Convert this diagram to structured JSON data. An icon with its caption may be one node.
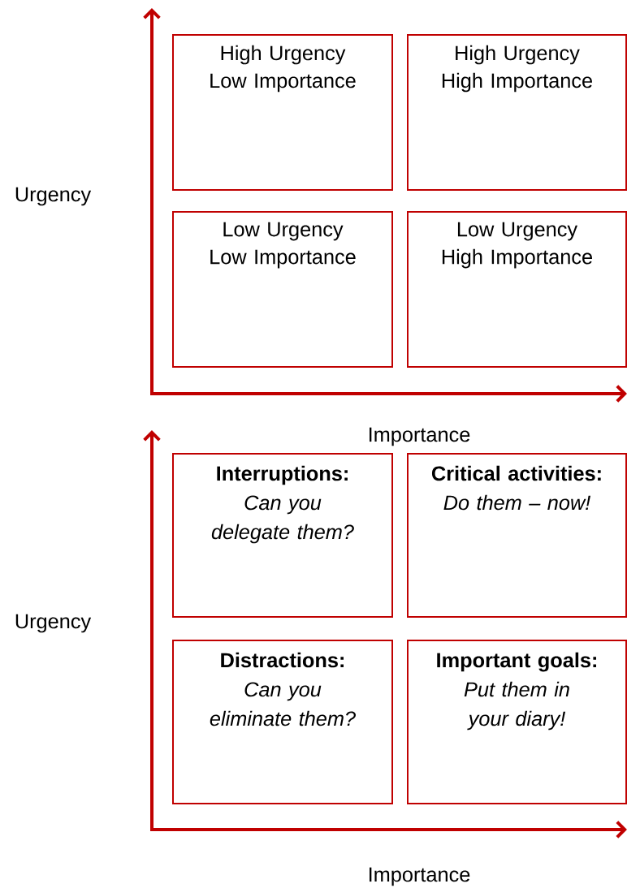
{
  "diagram": {
    "nodes": [
      {
        "text": [
          "High Urgency Low Importance"
        ]
      },
      {
        "text": [
          "High Urgency High Importance"
        ]
      },
      {
        "text": [
          "Low Urgency Low Importance"
        ]
      },
      {
        "text": [
          "Low Urgency High Importance"
        ]
      },
      {
        "text": [
          "Interruptions:",
          "Can you delegate them?"
        ]
      },
      {
        "text": [
          "Critical activities:",
          "Do them – now!"
        ]
      },
      {
        "text": [
          "Distractions:",
          "Can you eliminate them?"
        ]
      },
      {
        "text": [
          "Important goals:",
          "Put them in your diary!"
        ]
      }
    ],
    "labels": [
      "Urgency",
      "Importance",
      "Urgency",
      "Importance"
    ]
  }
}
